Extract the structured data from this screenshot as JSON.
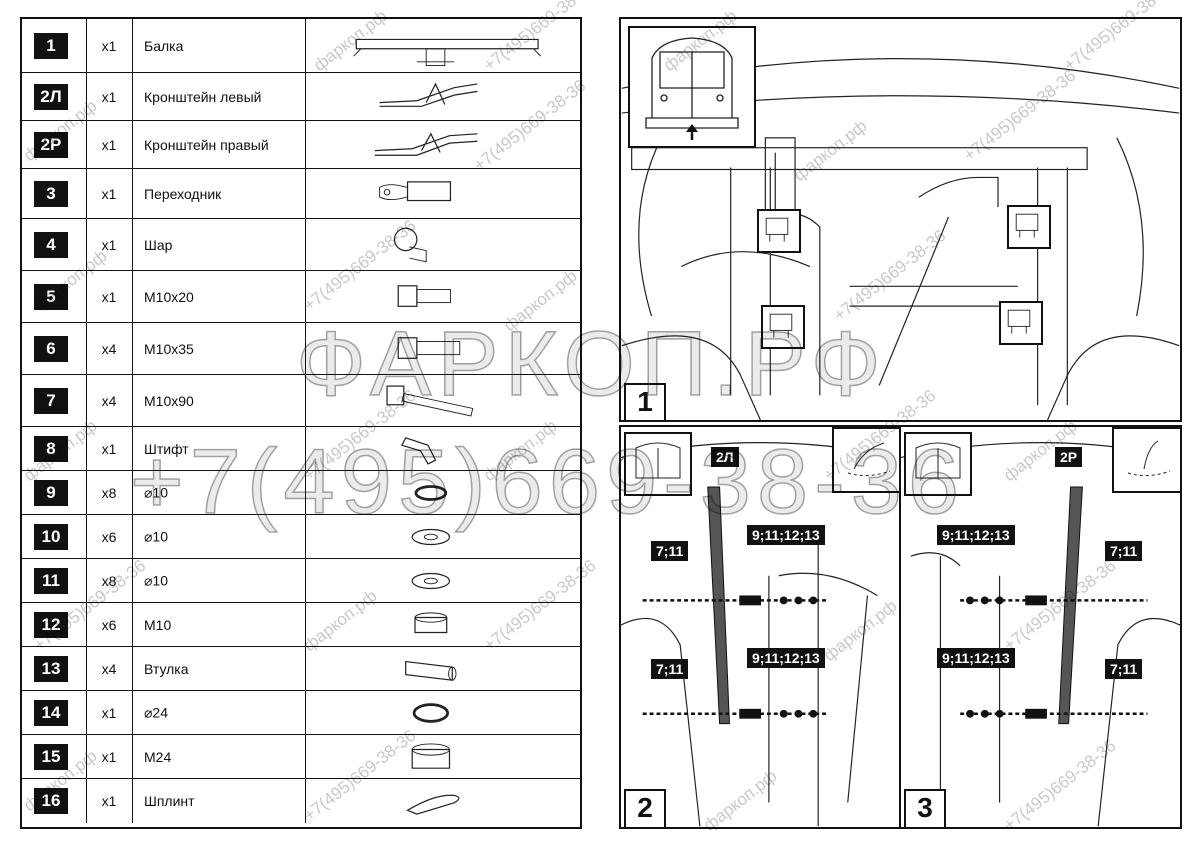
{
  "parts": [
    {
      "num": "1",
      "qty": "x1",
      "name": "Балка",
      "icon": "hitch-beam-icon"
    },
    {
      "num": "2Л",
      "qty": "x1",
      "name": "Кронштейн левый",
      "icon": "left-bracket-icon"
    },
    {
      "num": "2Р",
      "qty": "x1",
      "name": "Кронштейн правый",
      "icon": "right-bracket-icon"
    },
    {
      "num": "3",
      "qty": "x1",
      "name": "Переходник",
      "icon": "adapter-icon"
    },
    {
      "num": "4",
      "qty": "x1",
      "name": "Шар",
      "icon": "tow-ball-icon"
    },
    {
      "num": "5",
      "qty": "x1",
      "name": "М10х20",
      "icon": "bolt-short-icon"
    },
    {
      "num": "6",
      "qty": "x4",
      "name": "М10х35",
      "icon": "bolt-medium-icon"
    },
    {
      "num": "7",
      "qty": "x4",
      "name": "М10х90",
      "icon": "bolt-long-icon"
    },
    {
      "num": "8",
      "qty": "x1",
      "name": "Штифт",
      "icon": "pin-icon"
    },
    {
      "num": "9",
      "qty": "x8",
      "name": "⌀10",
      "icon": "spring-washer-icon"
    },
    {
      "num": "10",
      "qty": "x6",
      "name": "⌀10",
      "icon": "washer-icon"
    },
    {
      "num": "11",
      "qty": "x8",
      "name": "⌀10",
      "icon": "flat-washer-icon"
    },
    {
      "num": "12",
      "qty": "x6",
      "name": "М10",
      "icon": "nut-m10-icon"
    },
    {
      "num": "13",
      "qty": "x4",
      "name": "Втулка",
      "icon": "bushing-icon"
    },
    {
      "num": "14",
      "qty": "x1",
      "name": "⌀24",
      "icon": "spring-washer-24-icon"
    },
    {
      "num": "15",
      "qty": "x1",
      "name": "М24",
      "icon": "nut-m24-icon"
    },
    {
      "num": "16",
      "qty": "x1",
      "name": "Шплинт",
      "icon": "cotter-pin-icon"
    }
  ],
  "steps": {
    "step1": "1",
    "step2": "2",
    "step3": "3",
    "bracket_left": "2Л",
    "bracket_right": "2Р",
    "group_upper": "9;11;12;13",
    "group_lower": "9;11;12;13",
    "group_upper_r": "9;11;12;13",
    "group_lower_r": "9;11;12;13",
    "bolt_ul": "7;11",
    "bolt_ll": "7;11",
    "bolt_ur": "7;11",
    "bolt_lr": "7;11"
  },
  "watermark": {
    "site": "фаркоп.рф",
    "phone": "+7(495)669-38-36",
    "big_site": "ФАРКОП.РФ",
    "big_phone": "+7(495)669-38-36"
  }
}
